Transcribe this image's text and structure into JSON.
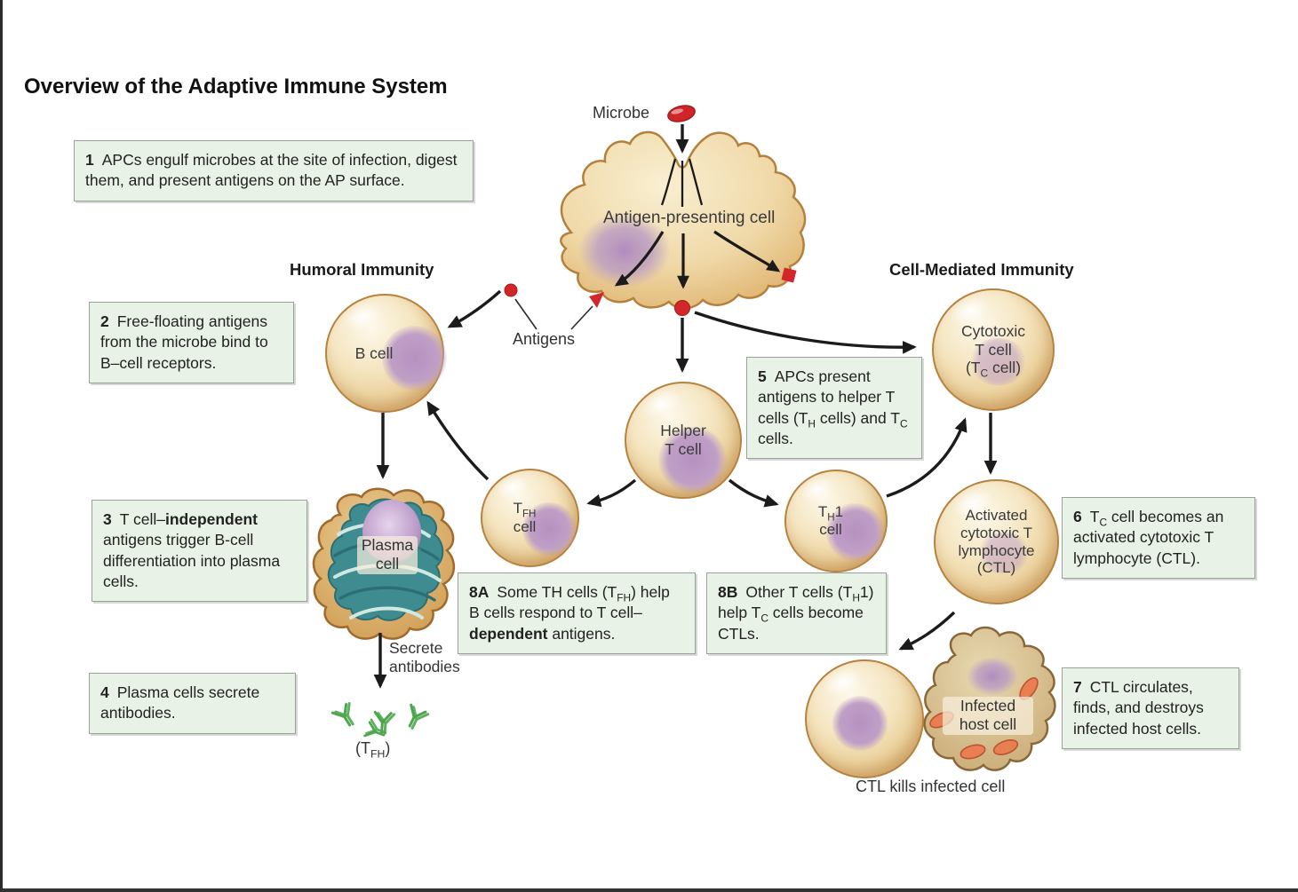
{
  "page": {
    "title": "Overview of the Adaptive Immune System"
  },
  "sections": {
    "humoral": "Humoral Immunity",
    "cell_mediated": "Cell-Mediated Immunity"
  },
  "labels": {
    "microbe": "Microbe",
    "apc": "Antigen-presenting cell",
    "antigens": "Antigens",
    "b_cell": "B cell",
    "helper1": "Helper",
    "helper2": "T cell",
    "tc1": "Cytotoxic",
    "tc2": "T cell",
    "tc3_pre": "(T",
    "tc3_sub": "C",
    "tc3_post": " cell)",
    "tfh_pre": "T",
    "tfh_sub": "FH",
    "tfh2": "cell",
    "th1_pre": "T",
    "th1_sub": "H",
    "th1_post": "1",
    "th1_2": "cell",
    "plasma1": "Plasma",
    "plasma2": "cell",
    "secrete1": "Secrete",
    "secrete2": "antibodies",
    "ab_pre": "(T",
    "ab_sub": "FH",
    "ab_post": ")",
    "actl1": "Activated",
    "actl2": "cytotoxic T",
    "actl3": "lymphocyte",
    "actl4": "(CTL)",
    "infected1": "Infected",
    "infected2": "host cell",
    "ctl_kills": "CTL kills infected cell"
  },
  "steps": {
    "s1": {
      "num": "1",
      "text": "APCs engulf microbes at the site of infection, digest them, and present antigens on the AP surface."
    },
    "s2": {
      "num": "2",
      "text": "Free-floating antigens from the microbe bind to B–cell receptors."
    },
    "s3": {
      "num": "3",
      "t1": "T cell–",
      "bold": "independent",
      "t2": " antigens trigger B-cell differentiation into plasma cells."
    },
    "s4": {
      "num": "4",
      "text": "Plasma cells secrete antibodies."
    },
    "s5": {
      "num": "5",
      "t1": "APCs present antigens to helper T cells (T",
      "sub1": "H",
      "t2": " cells) and T",
      "sub2": "C",
      "t3": " cells."
    },
    "s6": {
      "num": "6",
      "t1": "T",
      "sub1": "C",
      "t2": " cell becomes an activated cytotoxic T lymphocyte (CTL)."
    },
    "s7": {
      "num": "7",
      "text": "CTL circulates, finds, and destroys infected host cells."
    },
    "s8a": {
      "num": "8A",
      "t1": "Some TH cells (T",
      "sub1": "FH",
      "t2": ") help B cells respond to T cell–",
      "bold": "dependent",
      "t3": " antigens."
    },
    "s8b": {
      "num": "8B",
      "t1": "Other T cells (T",
      "sub1": "H",
      "t2": "1) help T",
      "sub2": "C",
      "t3": " cells become CTLs."
    }
  },
  "colors": {
    "box_bg": "#e9f2e6",
    "box_border": "#9aa09a",
    "cell_fill": "#f0dcb0",
    "cell_border": "#b8813d",
    "nucleus_purple": "#bf9fc6",
    "antigen_red": "#d3262a",
    "antibody_green": "#4ca64c",
    "arrow_black": "#1b1b1b",
    "plasma_teal": "#3e8b90",
    "infected_tan": "#d5c094"
  }
}
